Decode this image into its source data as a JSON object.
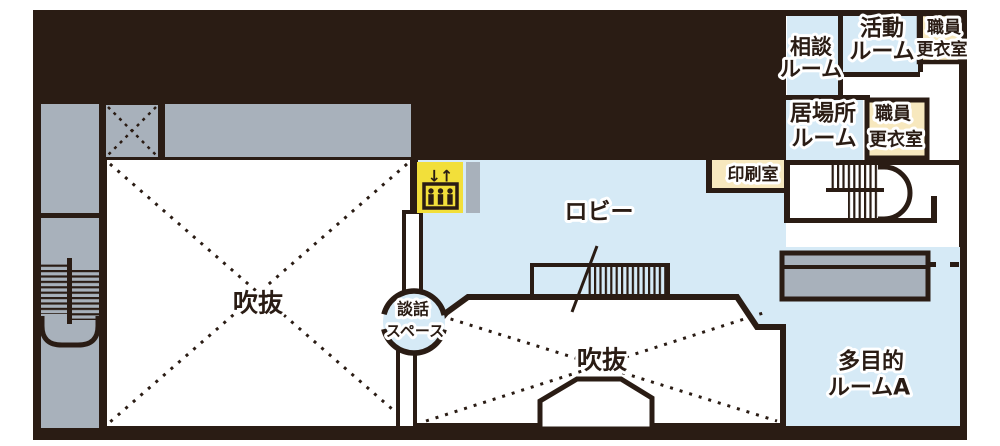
{
  "colors": {
    "dark": "#2A1C14",
    "gray": "#A8B1BB",
    "blue": "#D6EAF6",
    "cream": "#F7E8BE",
    "yellow": "#F2DF3A",
    "white": "#FFFFFF"
  },
  "icons": {
    "elevator_arrows": "↓↑"
  },
  "labels": {
    "soudan_room": {
      "lines": [
        "相談",
        "ルーム"
      ]
    },
    "katsudou_room": {
      "lines": [
        "活動",
        "ルーム"
      ]
    },
    "shokuin_kouishitsu_top": {
      "lines": [
        "職員",
        "更衣室"
      ]
    },
    "ibasho_room": {
      "lines": [
        "居場所",
        "ルーム"
      ]
    },
    "shokuin_kouishitsu_mid": {
      "lines": [
        "職員",
        "更衣室"
      ]
    },
    "insatsu_room": {
      "lines": [
        "印刷室"
      ]
    },
    "lobby": {
      "lines": [
        "ロビー"
      ]
    },
    "atrium_left": {
      "lines": [
        "吹抜"
      ]
    },
    "danwa_space": {
      "lines": [
        "談話",
        "スペース"
      ]
    },
    "atrium_center": {
      "lines": [
        "吹抜"
      ]
    },
    "tamokuteki_room_a": {
      "lines": [
        "多目的",
        "ルームA"
      ]
    }
  }
}
